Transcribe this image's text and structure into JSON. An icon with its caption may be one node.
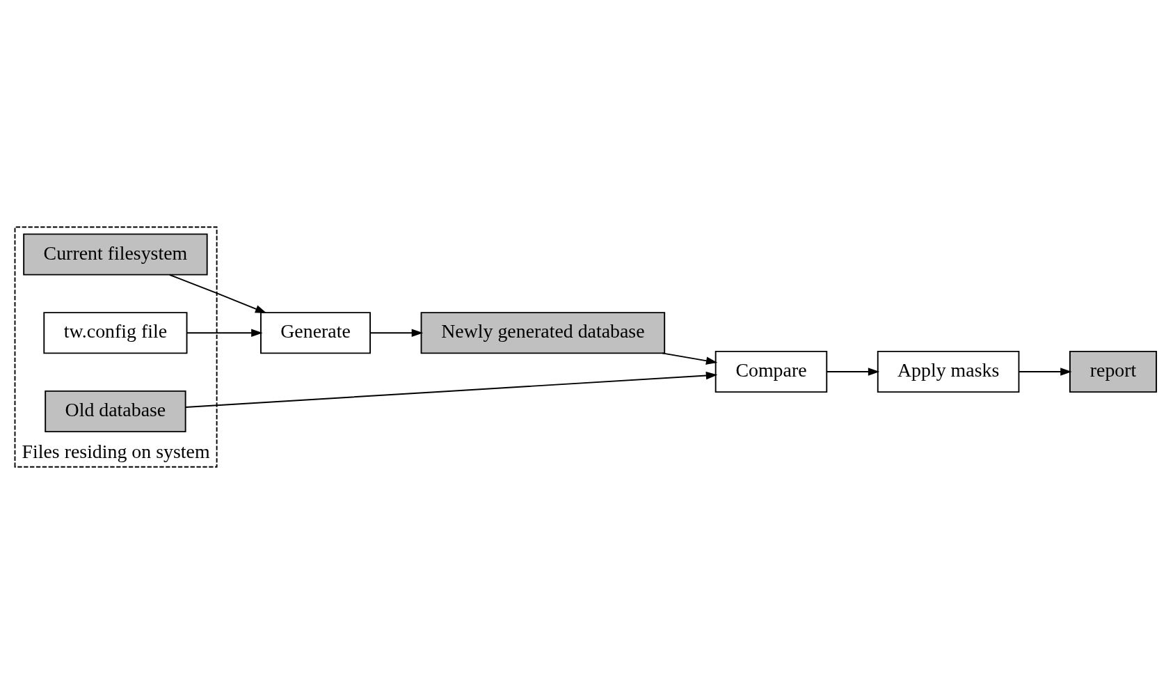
{
  "diagram": {
    "nodes": [
      {
        "text": [
          "Generate"
        ]
      },
      {
        "text": [
          "Newly generated database"
        ]
      },
      {
        "text": [
          "Compare"
        ]
      },
      {
        "text": [
          "Apply masks"
        ]
      },
      {
        "text": [
          "Files residing on system"
        ]
      },
      {
        "text": [
          "Current filesystem"
        ],
        "in": 4
      },
      {
        "text": [
          "tw.config file"
        ],
        "in": 4
      },
      {
        "text": [
          "Old database"
        ],
        "in": 4
      },
      {
        "text": [
          "report"
        ]
      }
    ],
    "edges": [
      {
        "from": 5,
        "to": 0,
        "arrow": "to"
      },
      {
        "from": 6,
        "to": 0,
        "arrow": "to"
      },
      {
        "from": 0,
        "to": 1,
        "arrow": "to"
      },
      {
        "from": 1,
        "to": 2,
        "arrow": "to"
      },
      {
        "from": 7,
        "to": 2,
        "arrow": "to"
      },
      {
        "from": 2,
        "to": 3,
        "arrow": "to"
      },
      {
        "from": 3,
        "to": 8,
        "arrow": "to"
      }
    ]
  }
}
